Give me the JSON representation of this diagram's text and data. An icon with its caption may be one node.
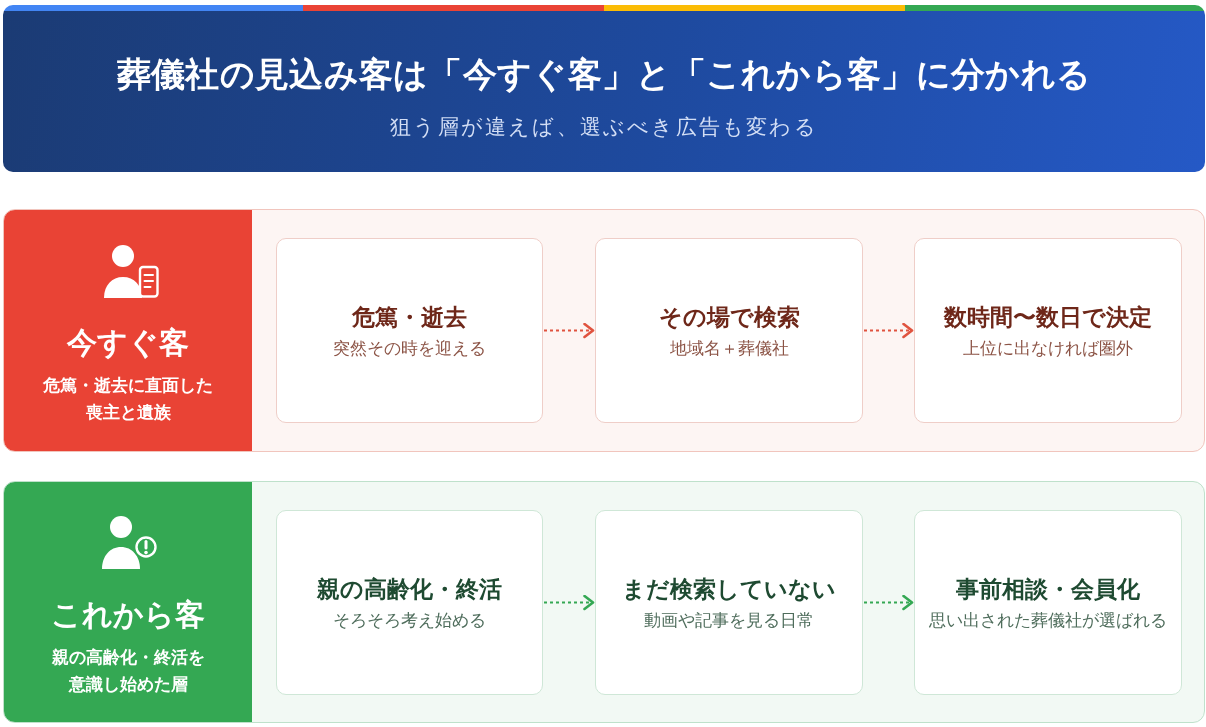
{
  "diagram": {
    "title": "葬儀社の見込み客は「今すぐ客」と「これから客」に分かれる",
    "nodes": [
      {
        "text": [
          "今すぐ客",
          "危篤・逝去に直面した喪主と遺族"
        ]
      },
      {
        "text": [
          "危篤・逝去",
          "突然その時を迎える"
        ],
        "in": 0
      },
      {
        "text": [
          "その場で検索",
          "地域名＋葬儀社"
        ],
        "in": 0
      },
      {
        "text": [
          "数時間〜数日で決定",
          "上位に出なければ圏外"
        ],
        "in": 0
      },
      {
        "text": [
          "これから客",
          "親の高齢化・終活を意識し始めた層"
        ]
      },
      {
        "text": [
          "親の高齢化・終活",
          "そろそろ考え始める"
        ],
        "in": 4
      },
      {
        "text": [
          "まだ検索していない",
          "動画や記事を見る日常"
        ],
        "in": 4
      },
      {
        "text": [
          "事前相談・会員化",
          "思い出された葬儀社が選ばれる"
        ],
        "in": 4
      }
    ],
    "edges": [
      {
        "from": 1,
        "to": 2,
        "arrow": "to",
        "style": "dashed",
        "color": "#e0533f"
      },
      {
        "from": 2,
        "to": 3,
        "arrow": "to",
        "style": "dashed",
        "color": "#e0533f"
      },
      {
        "from": 5,
        "to": 6,
        "arrow": "to",
        "style": "dashed",
        "color": "#34a853"
      },
      {
        "from": 6,
        "to": 7,
        "arrow": "to",
        "style": "dashed",
        "color": "#34a853"
      }
    ],
    "labels": [
      "狙う層が違えば、選ぶべき広告も変わる"
    ]
  }
}
